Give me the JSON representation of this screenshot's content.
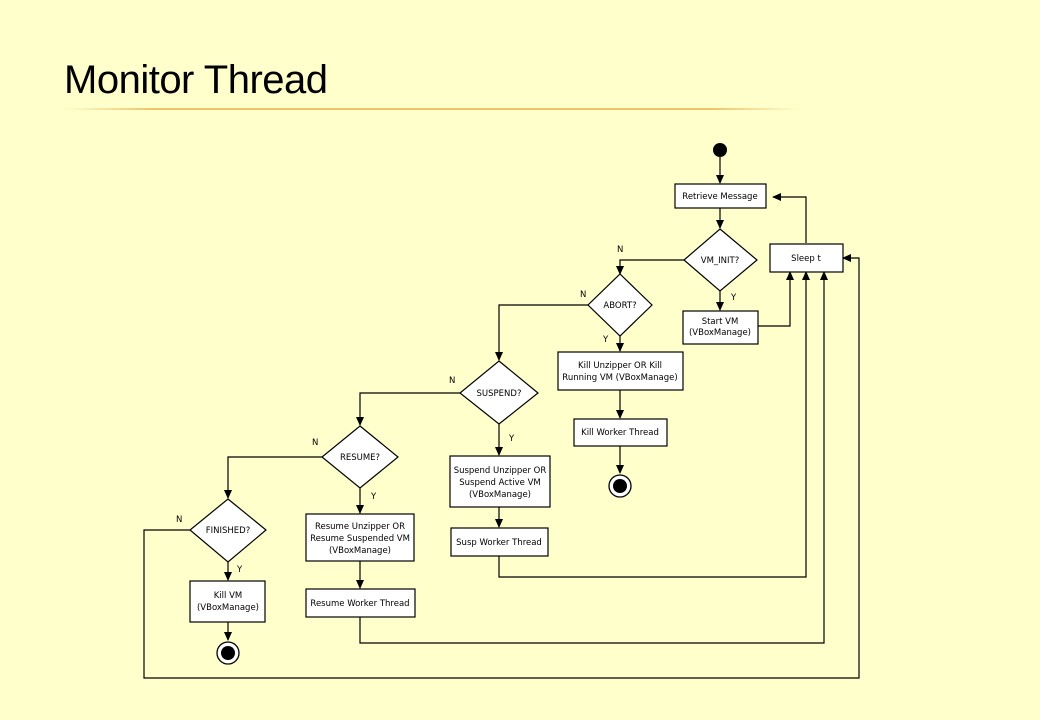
{
  "title": "Monitor Thread",
  "diagram": {
    "nodes": {
      "retrieve": "Retrieve Message",
      "vm_init": "VM_INIT?",
      "sleep": "Sleep t",
      "start_vm": [
        "Start VM",
        "(VBoxManage)"
      ],
      "abort": "ABORT?",
      "kill_unzip": [
        "Kill Unzipper OR Kill",
        "Running VM (VBoxManage)"
      ],
      "kill_worker": "Kill Worker Thread",
      "suspend": "SUSPEND?",
      "suspend_unzip": [
        "Suspend Unzipper OR",
        "Suspend Active VM",
        "(VBoxManage)"
      ],
      "susp_worker": "Susp Worker Thread",
      "resume": "RESUME?",
      "resume_unzip": [
        "Resume  Unzipper OR",
        "Resume Suspended VM",
        "(VBoxManage)"
      ],
      "resume_worker": "Resume Worker Thread",
      "finished": "FINISHED?",
      "kill_vm": [
        "Kill VM",
        "(VBoxManage)"
      ]
    },
    "branch_labels": {
      "yes": "Y",
      "no": "N"
    }
  }
}
